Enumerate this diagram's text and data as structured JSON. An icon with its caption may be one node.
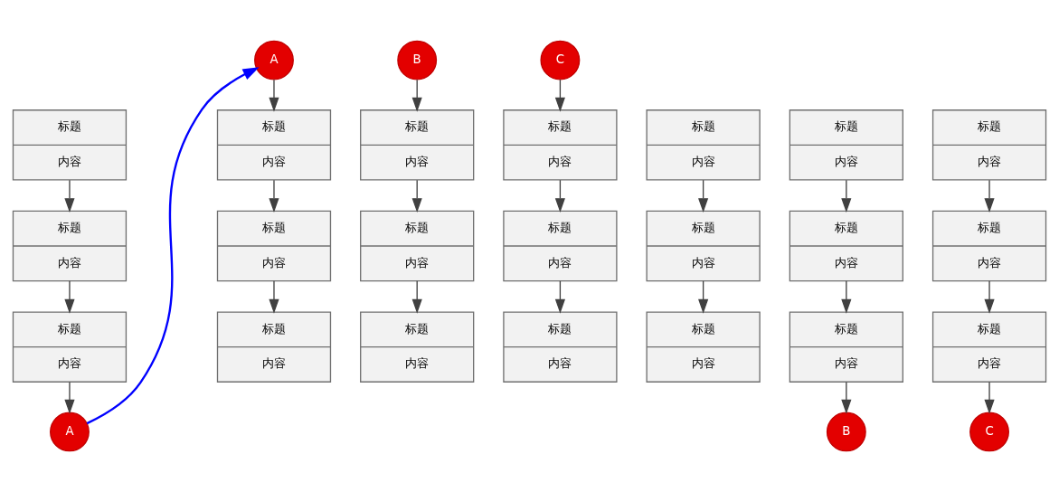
{
  "diagram": {
    "nodes": [
      {
        "text": [
          "标题",
          "内容"
        ]
      },
      {
        "text": [
          "标题",
          "内容"
        ]
      },
      {
        "text": [
          "标题",
          "内容"
        ]
      },
      {
        "text": [
          "A"
        ]
      },
      {
        "text": [
          "B"
        ]
      },
      {
        "text": [
          "标题",
          "内容"
        ]
      },
      {
        "text": [
          "标题",
          "内容"
        ]
      },
      {
        "text": [
          "标题",
          "内容"
        ]
      },
      {
        "text": [
          "C"
        ]
      },
      {
        "text": [
          "标题",
          "内容"
        ]
      },
      {
        "text": [
          "标题",
          "内容"
        ]
      },
      {
        "text": [
          "标题",
          "内容"
        ]
      },
      {
        "text": [
          "标题",
          "内容"
        ]
      },
      {
        "text": [
          "标题",
          "内容"
        ]
      },
      {
        "text": [
          "标题",
          "内容"
        ]
      },
      {
        "text": [
          "标题",
          "内容"
        ]
      },
      {
        "text": [
          "标题",
          "内容"
        ]
      },
      {
        "text": [
          "标题",
          "内容"
        ]
      },
      {
        "text": [
          "B"
        ]
      },
      {
        "text": [
          "标题",
          "内容"
        ]
      },
      {
        "text": [
          "标题",
          "内容"
        ]
      },
      {
        "text": [
          "标题",
          "内容"
        ]
      },
      {
        "text": [
          "C"
        ]
      },
      {
        "text": [
          "A"
        ]
      },
      {
        "text": [
          "标题",
          "内容"
        ]
      },
      {
        "text": [
          "标题",
          "内容"
        ]
      },
      {
        "text": [
          "标题",
          "内容"
        ]
      }
    ],
    "edges": [
      {
        "from": 0,
        "to": 1,
        "arrow": "to"
      },
      {
        "from": 1,
        "to": 2,
        "arrow": "to"
      },
      {
        "from": 2,
        "to": 3,
        "arrow": "to"
      },
      {
        "from": 4,
        "to": 5,
        "arrow": "to"
      },
      {
        "from": 5,
        "to": 6,
        "arrow": "to"
      },
      {
        "from": 6,
        "to": 7,
        "arrow": "to"
      },
      {
        "from": 8,
        "to": 9,
        "arrow": "to"
      },
      {
        "from": 9,
        "to": 10,
        "arrow": "to"
      },
      {
        "from": 10,
        "to": 11,
        "arrow": "to"
      },
      {
        "from": 12,
        "to": 13,
        "arrow": "to"
      },
      {
        "from": 13,
        "to": 14,
        "arrow": "to"
      },
      {
        "from": 15,
        "to": 16,
        "arrow": "to"
      },
      {
        "from": 16,
        "to": 17,
        "arrow": "to"
      },
      {
        "from": 17,
        "to": 18,
        "arrow": "to"
      },
      {
        "from": 19,
        "to": 20,
        "arrow": "to"
      },
      {
        "from": 20,
        "to": 21,
        "arrow": "to"
      },
      {
        "from": 21,
        "to": 22,
        "arrow": "to"
      },
      {
        "from": 23,
        "to": 24,
        "arrow": "to"
      },
      {
        "from": 24,
        "to": 25,
        "arrow": "to"
      },
      {
        "from": 25,
        "to": 26,
        "arrow": "to"
      },
      {
        "from": 3,
        "to": 23,
        "arrow": "to",
        "color": "#0000ff"
      }
    ]
  }
}
